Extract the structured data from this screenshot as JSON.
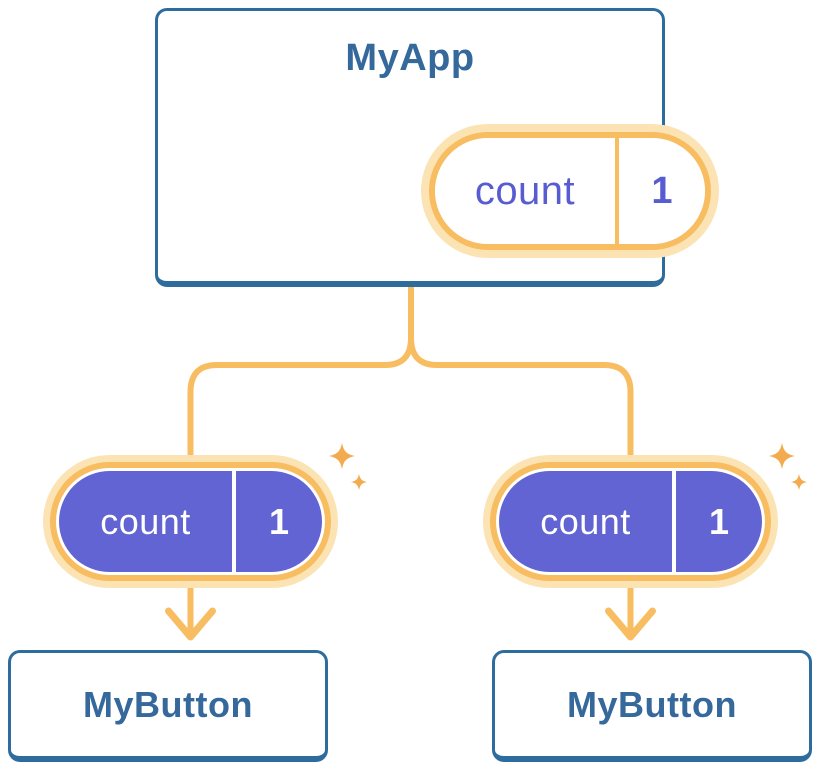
{
  "diagram": {
    "root_card": {
      "title": "MyApp",
      "pill": {
        "label": "count",
        "value": "1"
      }
    },
    "branches": [
      {
        "pill": {
          "label": "count",
          "value": "1"
        },
        "card": {
          "title": "MyButton"
        }
      },
      {
        "pill": {
          "label": "count",
          "value": "1"
        },
        "card": {
          "title": "MyButton"
        }
      }
    ],
    "icons": {
      "sparkle": "four-point-star"
    },
    "colors": {
      "card_border": "#2F6C9E",
      "card_title_text": "#35689B",
      "pill_halo": "#FCE3B3",
      "pill_ring": "#F8BC61",
      "connector": "#F8BC61",
      "sparkle": "#F3AB4F",
      "state_pill_fill": "#6164D2",
      "state_text_root": "#575CD0",
      "state_text_child": "#FFFFFF",
      "background": "#FFFFFF"
    }
  }
}
